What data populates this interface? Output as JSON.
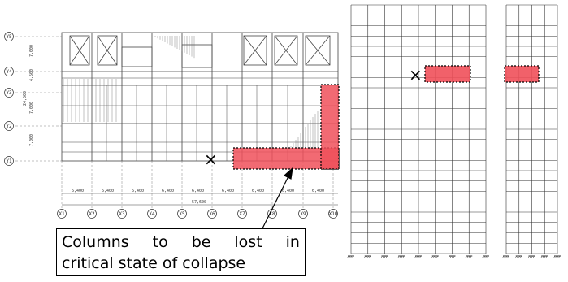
{
  "caption": {
    "line1_words": [
      "Columns",
      "to",
      "be",
      "lost",
      "in"
    ],
    "line2": "critical state of collapse"
  },
  "plan": {
    "col_axes": [
      "X1",
      "X2",
      "X3",
      "X4",
      "X5",
      "X6",
      "X7",
      "X8",
      "X9",
      "X10"
    ],
    "row_axes": [
      "Y5",
      "Y4",
      "Y3",
      "Y2",
      "Y1"
    ],
    "bay_dims": [
      "6,400",
      "6,400",
      "6,400",
      "6,400",
      "6,400",
      "6,400",
      "6,400",
      "6,400",
      "6,400"
    ],
    "total_dim": "57,600",
    "left_dims": [
      "7,000",
      "4,500",
      "7,000",
      "7,000"
    ],
    "left_total": "24,500",
    "removed_mark": "×"
  },
  "colors": {
    "highlight": "#f0505a",
    "line": "#333333"
  }
}
